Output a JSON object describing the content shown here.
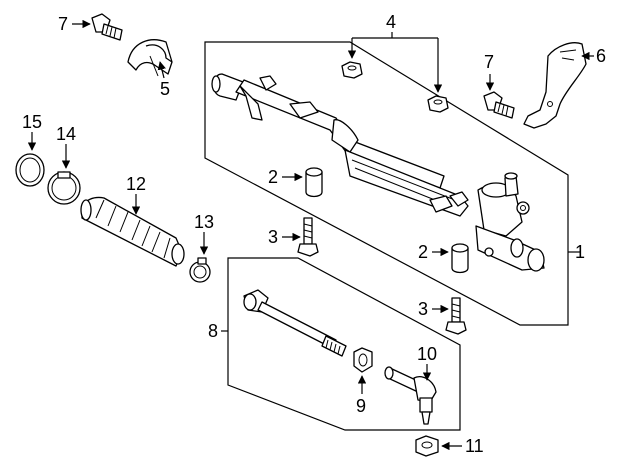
{
  "callouts": {
    "c1": "1",
    "c2a": "2",
    "c2b": "2",
    "c3a": "3",
    "c3b": "3",
    "c4": "4",
    "c5": "5",
    "c6": "6",
    "c7a": "7",
    "c7b": "7",
    "c8": "8",
    "c9": "9",
    "c10": "10",
    "c11": "11",
    "c12": "12",
    "c13": "13",
    "c14": "14",
    "c15": "15"
  }
}
